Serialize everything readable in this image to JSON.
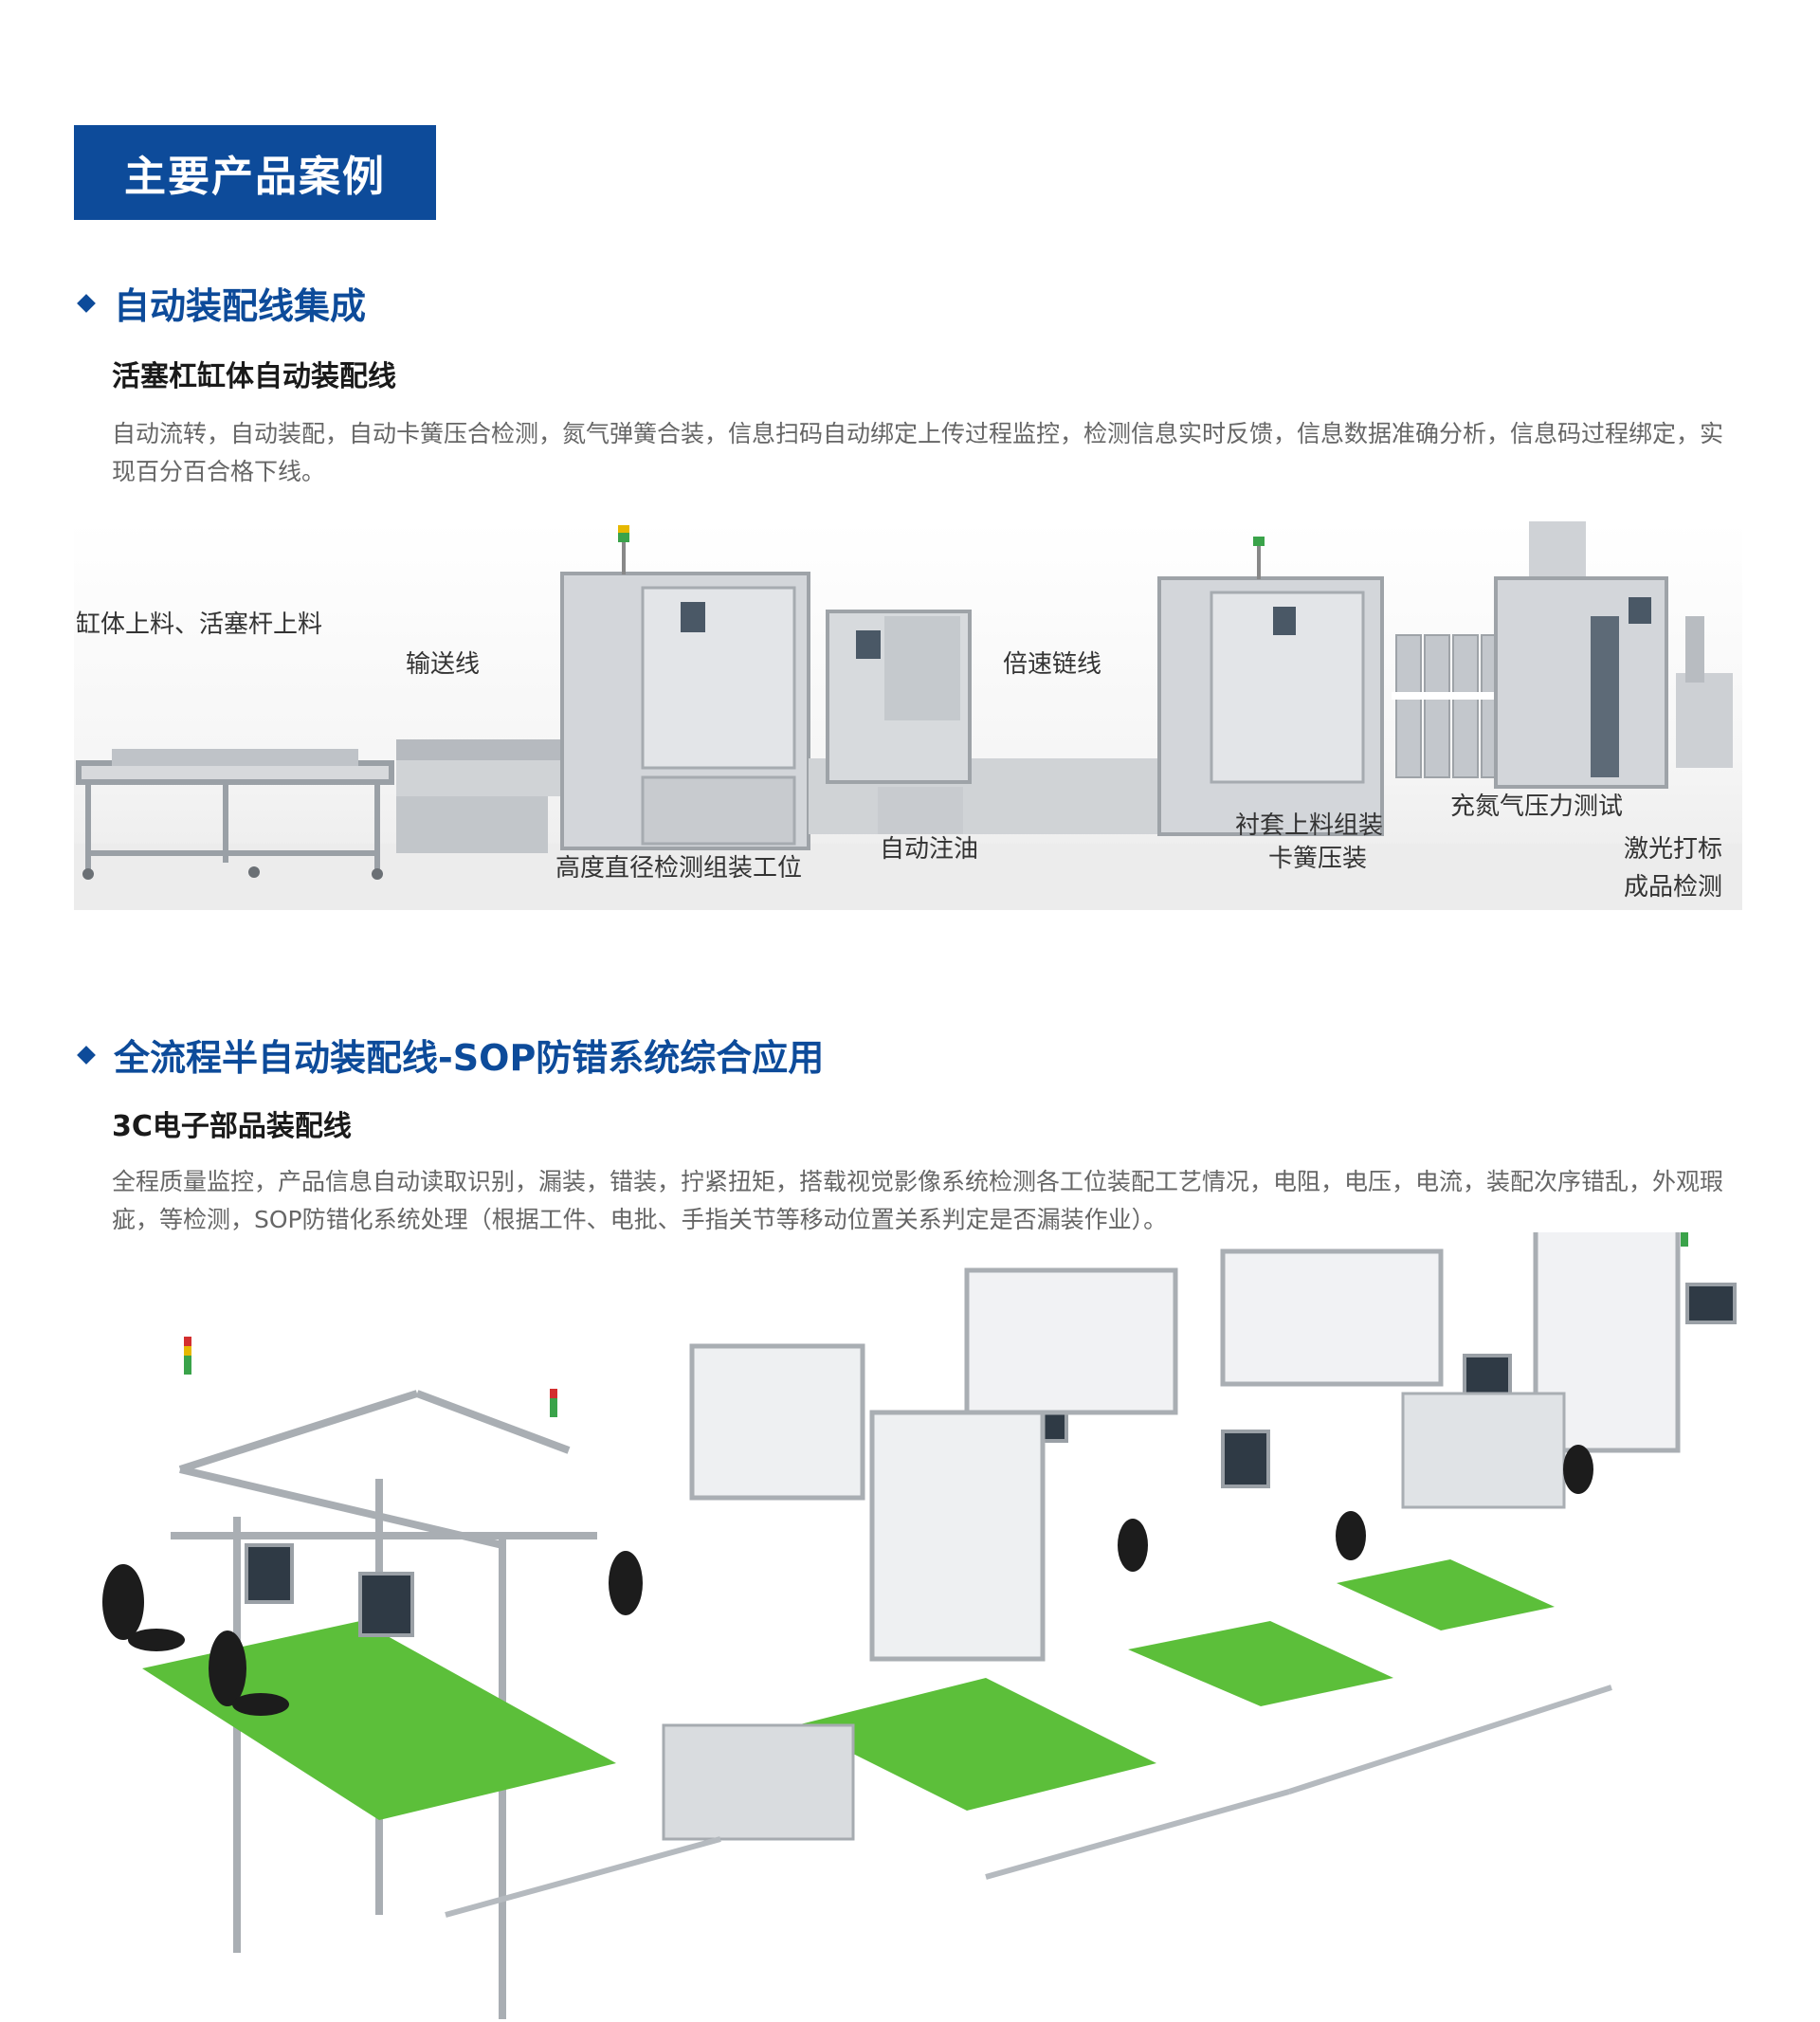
{
  "page_title": "主要产品案例",
  "section1": {
    "heading": "自动装配线集成",
    "subheading": "活塞杠缸体自动装配线",
    "description": "自动流转，自动装配，自动卡簧压合检测，氮气弹簧合装，信息扫码自动绑定上传过程监控，检测信息实时反馈，信息数据准确分析，信息码过程绑定，实现百分百合格下线。",
    "image_labels": {
      "l1": "缸体上料、活塞杆上料",
      "l2": "输送线",
      "l3": "倍速链线",
      "l4": "高度直径检测组装工位",
      "l5": "自动注油",
      "l6": "衬套上料组装",
      "l7": "卡簧压装",
      "l8": "充氮气压力测试",
      "l9": "激光打标",
      "l10": "成品检测"
    }
  },
  "section2": {
    "heading": "全流程半自动装配线-SOP防错系统综合应用",
    "subheading": "3C电子部品装配线",
    "description": "全程质量监控，产品信息自动读取识别，漏装，错装，拧紧扭矩，搭载视觉影像系统检测各工位装配工艺情况，电阻，电压，电流，装配次序错乱，外观瑕疵，等检测，SOP防错化系统处理（根据工件、电批、手指关节等移动位置关系判定是否漏装作业）。"
  },
  "colors": {
    "brand_blue": "#0d4b9a",
    "machine_gray": "#c9ccd0",
    "bench_green": "#5cbf3a"
  }
}
